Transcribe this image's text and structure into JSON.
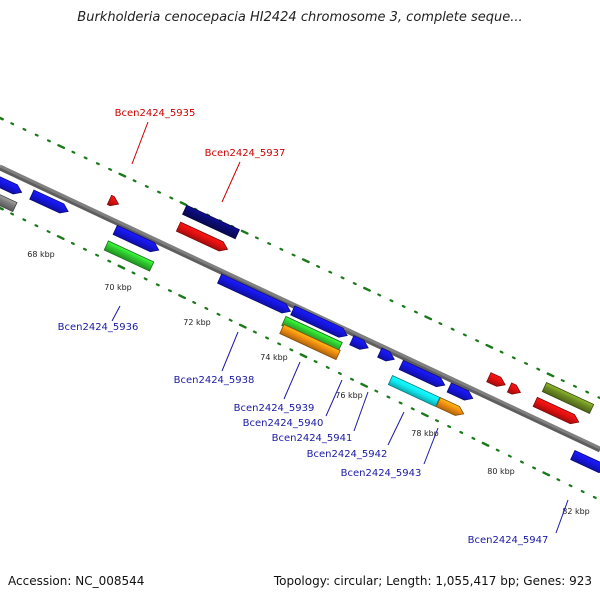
{
  "title": "Burkholderia cenocepacia HI2424 chromosome 3, complete seque...",
  "accession": "Accession: NC_008544",
  "summary": "Topology: circular; Length: 1,055,417 bp; Genes: 923",
  "ticks": [
    "68 kbp",
    "70 kbp",
    "72 kbp",
    "74 kbp",
    "76 kbp",
    "78 kbp",
    "80 kbp",
    "82 kbp"
  ],
  "gene_labels": [
    {
      "text": "Bcen2424_5935",
      "color": "#cc0000"
    },
    {
      "text": "Bcen2424_5937",
      "color": "#cc0000"
    },
    {
      "text": "Bcen2424_5936",
      "color": "#1a1aa6"
    },
    {
      "text": "Bcen2424_5938",
      "color": "#1a1aa6"
    },
    {
      "text": "Bcen2424_5939",
      "color": "#1a1aa6"
    },
    {
      "text": "Bcen2424_5940",
      "color": "#1a1aa6"
    },
    {
      "text": "Bcen2424_5941",
      "color": "#1a1aa6"
    },
    {
      "text": "Bcen2424_5942",
      "color": "#1a1aa6"
    },
    {
      "text": "Bcen2424_5943",
      "color": "#1a1aa6"
    },
    {
      "text": "Bcen2424_5947",
      "color": "#1a1aa6"
    }
  ],
  "feature_colors": {
    "blue": "#1515e0",
    "navy": "#0b0b6e",
    "red": "#e01010",
    "green": "#2ec82e",
    "orange": "#f08c10",
    "cyan": "#10e8f0",
    "olive": "#6b8a22",
    "grey": "#7a7a7a",
    "backbone": "#7f7f7f",
    "dots": "#1a7a1a"
  }
}
